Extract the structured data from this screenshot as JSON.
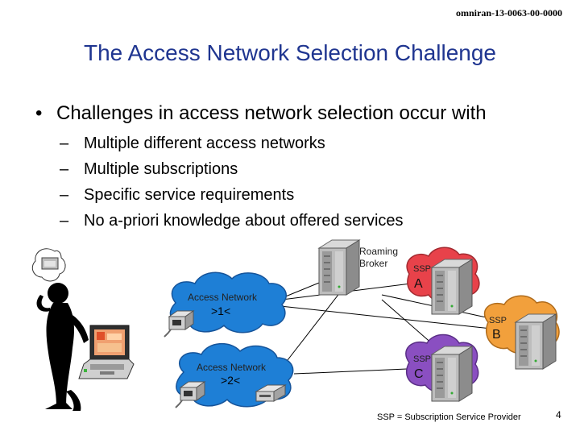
{
  "header": {
    "doc_id": "omniran-13-0063-00-0000"
  },
  "slide": {
    "title": "The Access Network Selection Challenge",
    "bullet": "Challenges in access network selection occur with",
    "bullet_marker": "•",
    "sub_marker": "–",
    "sub_bullets": [
      "Multiple different access networks",
      "Multiple subscriptions",
      "Specific service requirements",
      "No a-priori knowledge about offered services"
    ]
  },
  "diagram": {
    "roaming_broker": {
      "line1": "Roaming",
      "line2": "Broker"
    },
    "access_network_1": {
      "name": "Access Network",
      "id": ">1<"
    },
    "access_network_2": {
      "name": "Access Network",
      "id": ">2<"
    },
    "ssp_a": {
      "label": "SSP",
      "letter": "A"
    },
    "ssp_b": {
      "label": "SSP",
      "letter": "B"
    },
    "ssp_c": {
      "label": "SSP",
      "letter": "C"
    },
    "footnote": "SSP = Subscription Service Provider"
  },
  "colors": {
    "title": "#1f3590",
    "access_cloud": "#1e7fd6",
    "ssp_a": "#e8424a",
    "ssp_b": "#f2a03c",
    "ssp_c": "#8a4fc1"
  },
  "page_number": "4"
}
